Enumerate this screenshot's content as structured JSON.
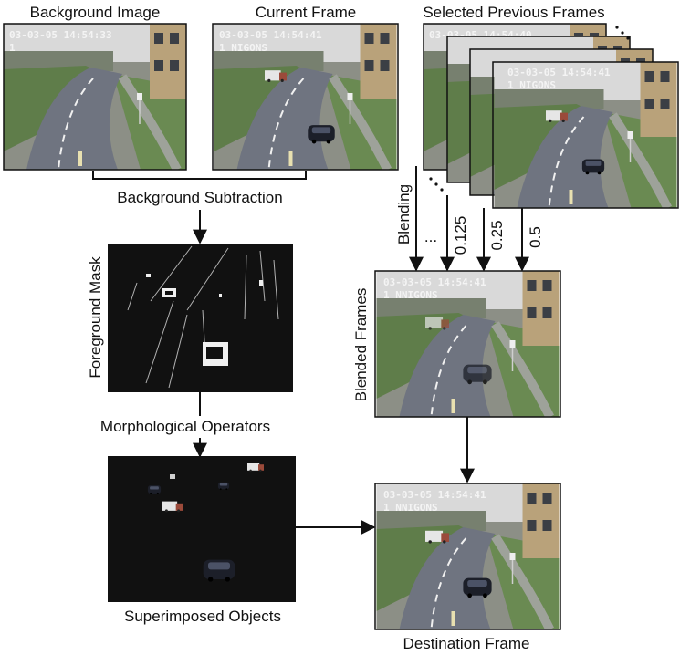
{
  "labels": {
    "background_image": "Background Image",
    "current_frame": "Current Frame",
    "selected_previous_frames": "Selected Previous Frames",
    "background_subtraction": "Background Subtraction",
    "foreground_mask": "Foreground Mask",
    "morphological_operators": "Morphological Operators",
    "superimposed_objects": "Superimposed Objects",
    "blending": "Blending",
    "blended_frames": "Blended Frames",
    "destination_frame": "Destination Frame"
  },
  "weights": {
    "w_ellipsis": "...",
    "w1": "0.125",
    "w2": "0.25",
    "w3": "0.5"
  },
  "overlay": {
    "bg_line1": "03-03-05 14:54:33",
    "bg_line2": "1",
    "cur_line1": "03-03-05 14:54:41",
    "cur_line2": "1 NIGONS",
    "prev_line1": "03-03-05 14:54:40",
    "prev_line1b": "03-03-05 14:54:41",
    "prev_line2": "1 NIGONS",
    "blend_line1": "03-03-05 14:54:41",
    "blend_line2": "1 NNIGONS",
    "dest_line1": "03-03-05 14:54:41",
    "dest_line2": "1 NNIGONS"
  },
  "colors": {
    "sky": "#d9d9d9",
    "grass": "#5f7d4a",
    "road": "#6f7480",
    "building": "#b9a27a",
    "mask_bg": "#111111"
  }
}
